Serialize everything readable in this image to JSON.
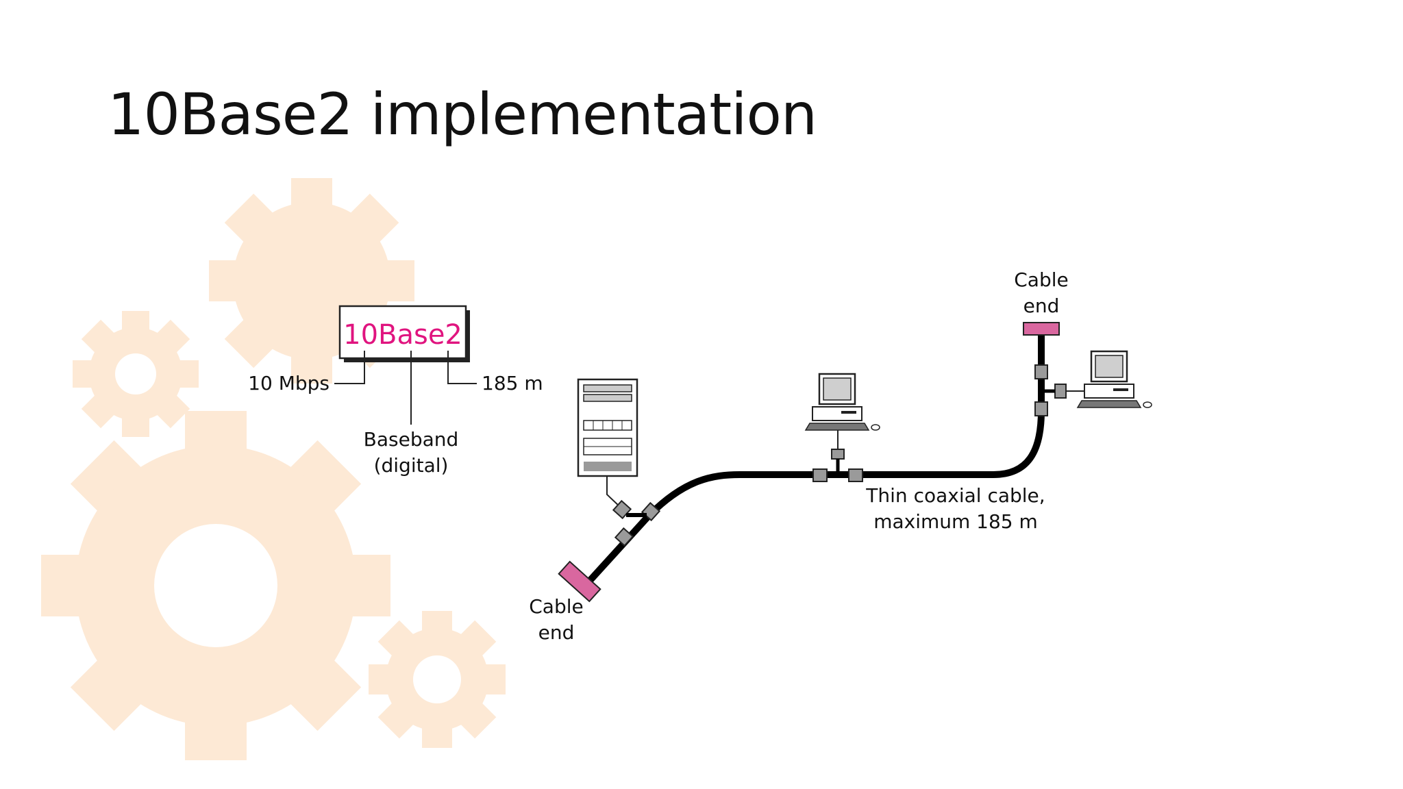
{
  "slide": {
    "title": "10Base2 implementation"
  },
  "legend_box": {
    "name": "10Base2",
    "rate": "10 Mbps",
    "signal_line1": "Baseband",
    "signal_line2": "(digital)",
    "length": "185 m"
  },
  "cable": {
    "label_line1": "Thin coaxial cable,",
    "label_line2": "maximum 185 m"
  },
  "cable_end_bottom": {
    "line1": "Cable",
    "line2": "end"
  },
  "cable_end_top": {
    "line1": "Cable",
    "line2": "end"
  },
  "colors": {
    "accent": "#e0147f",
    "terminator": "#d9679f",
    "gear": "#fde9d5",
    "cable": "#000000",
    "connector": "#9a9a9a"
  },
  "icons": [
    "gear-icon",
    "server-icon",
    "computer-icon",
    "t-connector-icon",
    "terminator-icon"
  ]
}
